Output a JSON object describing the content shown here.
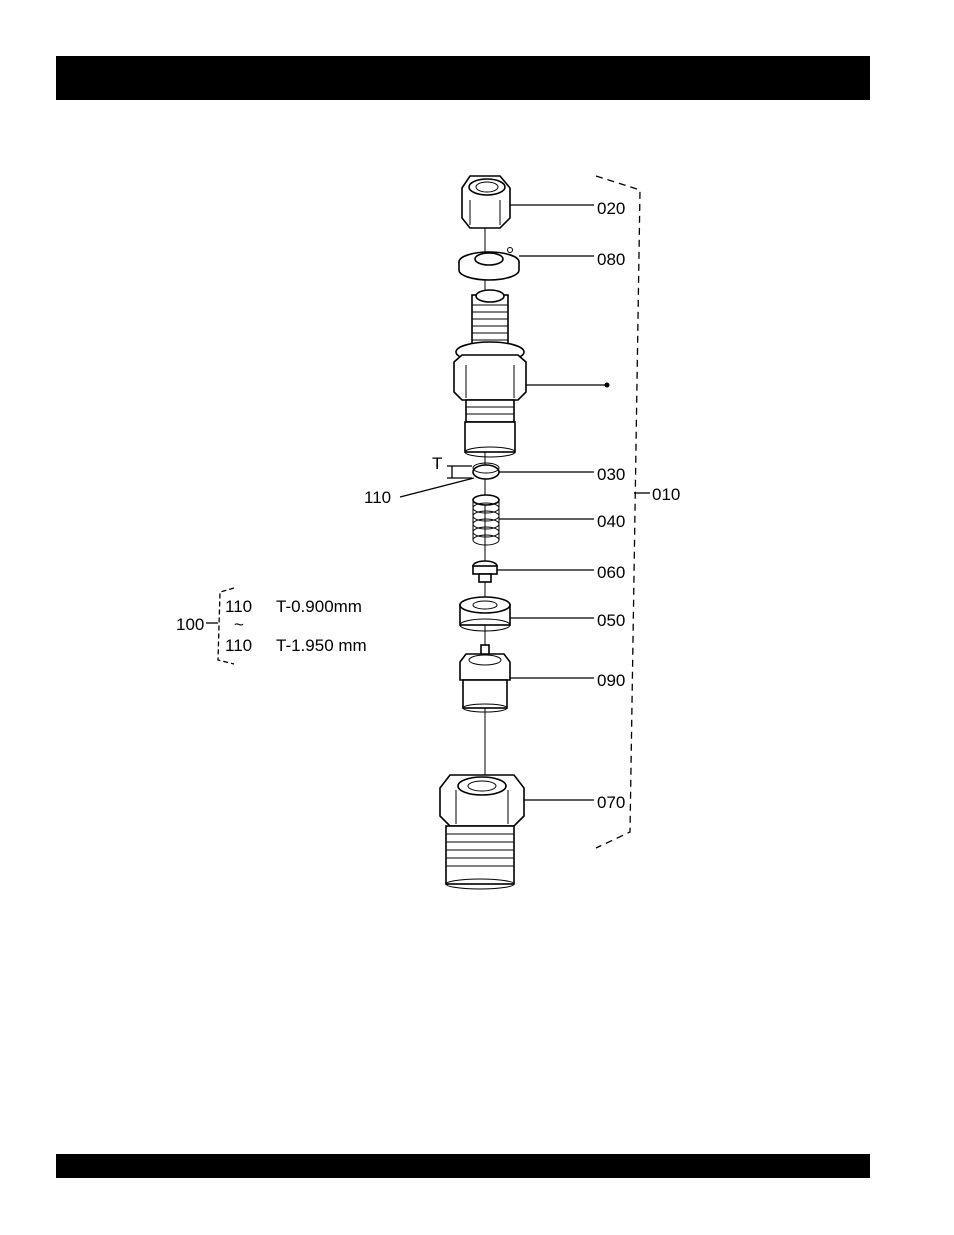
{
  "callouts": {
    "c020": "020",
    "c080": "080",
    "c030": "030",
    "c110": "110",
    "c040": "040",
    "c060": "060",
    "c050": "050",
    "c090": "090",
    "c070": "070",
    "c010": "010",
    "c100": "100",
    "thickness_symbol": "T"
  },
  "shim_range": {
    "row1_part": "110",
    "row1_spec": "T-0.900mm",
    "tilde": "~",
    "row2_part": "110",
    "row2_spec": "T-1.950 mm"
  }
}
